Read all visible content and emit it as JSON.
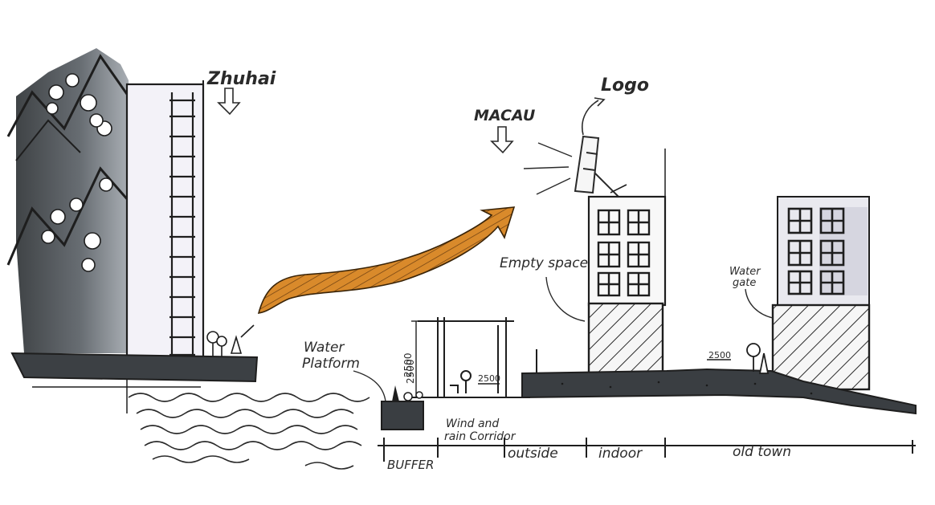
{
  "labels": {
    "zhuhai": "Zhuhai",
    "macau": "MACAU",
    "logo": "Logo",
    "empty_space": "Empty space",
    "water_gate_1": "Water",
    "water_gate_2": "gate",
    "water_platform_1": "Water",
    "water_platform_2": "Platform",
    "wind_rain_1": "Wind and",
    "wind_rain_2": "rain Corridor",
    "dim_left": "2500",
    "dim_small": "2500",
    "dim_platform": "2500",
    "dim_right": "2500"
  },
  "zones": {
    "buffer": "BUFFER",
    "outside": "outside",
    "indoor": "indoor",
    "old_town": "old town"
  },
  "colors": {
    "ink": "#2a2a2a",
    "wash": "#4a4e52",
    "wash_light": "#8d949a",
    "arrow": "#d98a2b"
  }
}
